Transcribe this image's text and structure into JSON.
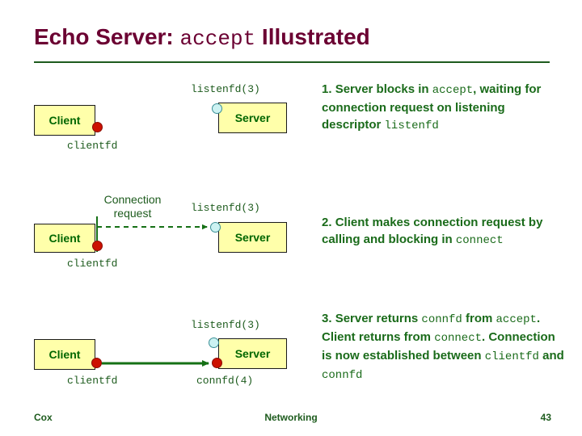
{
  "slide": {
    "title_prefix": "Echo Server: ",
    "title_mono": "accept",
    "title_suffix": " Illustrated",
    "accent_color": "#6b0032",
    "rule_color": "#1d5b1d",
    "text_color": "#1a6b1a",
    "box_fill": "#ffffaa",
    "red_dot_color": "#cc1100",
    "cyan_dot_color": "#ccf2f2"
  },
  "diagram": {
    "stage1": {
      "client_label": "Client",
      "client_fd_label": "clientfd",
      "server_label": "Server",
      "server_fd_label": "listenfd(3)"
    },
    "stage2": {
      "client_label": "Client",
      "client_fd_label": "clientfd",
      "server_label": "Server",
      "server_fd_label": "listenfd(3)",
      "arrow_label_line1": "Connection",
      "arrow_label_line2": "request"
    },
    "stage3": {
      "client_label": "Client",
      "client_fd_label": "clientfd",
      "server_label": "Server",
      "server_listen_fd_label": "listenfd(3)",
      "server_conn_fd_label": "connfd(4)"
    }
  },
  "steps": [
    {
      "number": "1. ",
      "t1": "Server blocks in ",
      "m1": "accept",
      "t2": ", waiting for connection request on listening descriptor ",
      "m2": "listenfd",
      "t3": ""
    },
    {
      "number": "2. ",
      "t1": "Client makes connection request by calling and blocking in ",
      "m1": "connect",
      "t2": "",
      "m2": "",
      "t3": ""
    },
    {
      "number": "3. ",
      "t1": "Server returns ",
      "m1": "connfd",
      "t2": " from ",
      "m2": "accept",
      "t3": ". Client returns from ",
      "m3": "connect",
      "t4": ". Connection is now established between ",
      "m4": "clientfd",
      "t5": " and ",
      "m5": "connfd"
    }
  ],
  "footer": {
    "author": "Cox",
    "center": "Networking",
    "page": "43"
  }
}
